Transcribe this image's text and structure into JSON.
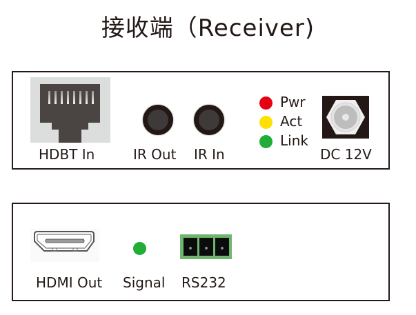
{
  "title": "接收端（Receiver)",
  "panel_front": {
    "ports": [
      {
        "id": "hdbt-in",
        "label": "HDBT In",
        "icon": "rj45-port-icon"
      },
      {
        "id": "ir-out",
        "label": "IR Out",
        "icon": "ir-jack-icon"
      },
      {
        "id": "ir-in",
        "label": "IR In",
        "icon": "ir-jack-icon"
      },
      {
        "id": "dc-12v",
        "label": "DC 12V",
        "icon": "dc-power-jack-icon"
      }
    ],
    "leds": [
      {
        "label": "Pwr",
        "color": "#e60012"
      },
      {
        "label": "Act",
        "color": "#ffe100"
      },
      {
        "label": "Link",
        "color": "#22ac38"
      }
    ]
  },
  "panel_rear": {
    "ports": [
      {
        "id": "hdmi-out",
        "label": "HDMI Out",
        "icon": "hdmi-port-icon"
      },
      {
        "id": "signal",
        "label": "Signal",
        "icon": "signal-led-icon",
        "color": "#22ac38"
      },
      {
        "id": "rs232",
        "label": "RS232",
        "icon": "phoenix-terminal-icon",
        "color": "#6fb56e"
      }
    ]
  }
}
